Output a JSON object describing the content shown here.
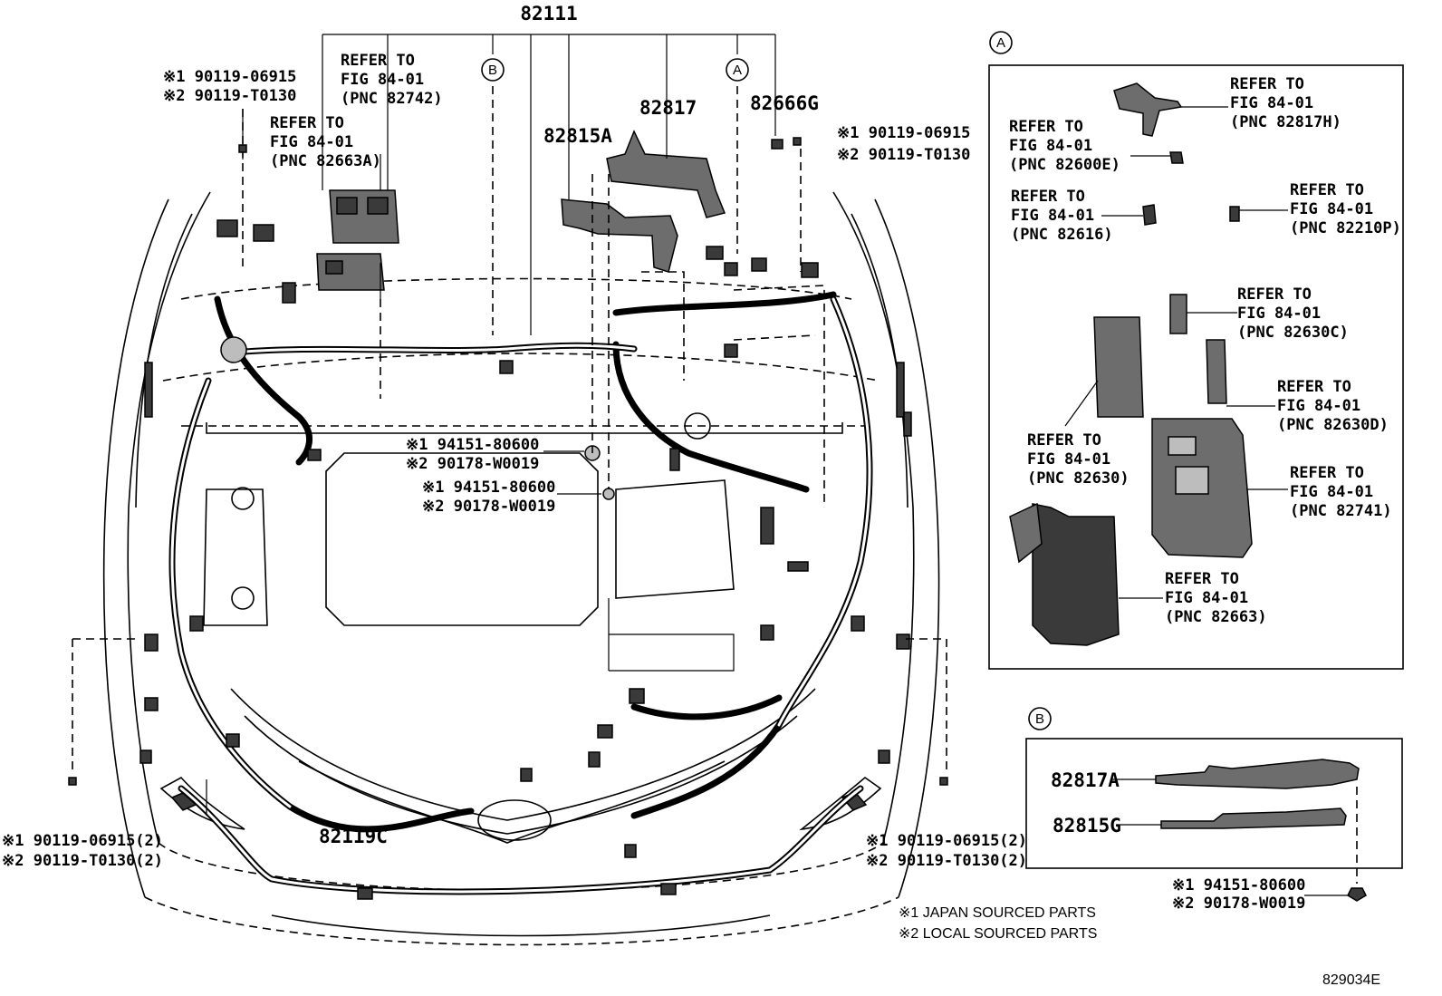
{
  "labels": {
    "main_harness": "82111",
    "center_harness": "82817",
    "harness_a": "82815A",
    "clip_g": "82666G",
    "front_harness": "82119C",
    "view_b_part1": "82817A",
    "view_b_part2": "82815G",
    "circle_a": "A",
    "circle_b": "B"
  },
  "callouts": {
    "tl_bolt_1": "※1 90119-06915",
    "tl_bolt_2": "※2 90119-T0130",
    "tr_bolt_1": "※1 90119-06915",
    "tr_bolt_2": "※2 90119-T0130",
    "nut1_1": "※1 94151-80600",
    "nut1_2": "※2 90178-W0019",
    "nut2_1": "※1 94151-80600",
    "nut2_2": "※2 90178-W0019",
    "bl_bolt_1": "※1 90119-06915(2)",
    "bl_bolt_2": "※2 90119-T0130(2)",
    "br_bolt_1": "※1 90119-06915(2)",
    "br_bolt_2": "※2 90119-T0130(2)",
    "b_nut_1": "※1 94151-80600",
    "b_nut_2": "※2 90178-W0019"
  },
  "refers": {
    "r82742": [
      "REFER TO",
      "FIG 84-01",
      "(PNC 82742)"
    ],
    "r82663a": [
      "REFER TO",
      "FIG 84-01",
      "(PNC 82663A)"
    ],
    "r82817h": [
      "REFER TO",
      "FIG 84-01",
      "(PNC 82817H)"
    ],
    "r82600e": [
      "REFER TO",
      "FIG 84-01",
      "(PNC 82600E)"
    ],
    "r82616": [
      "REFER TO",
      "FIG 84-01",
      "(PNC 82616)"
    ],
    "r82210p": [
      "REFER TO",
      "FIG 84-01",
      "(PNC 82210P)"
    ],
    "r82630c": [
      "REFER TO",
      "FIG 84-01",
      "(PNC 82630C)"
    ],
    "r82630d": [
      "REFER TO",
      "FIG 84-01",
      "(PNC 82630D)"
    ],
    "r82630": [
      "REFER TO",
      "FIG 84-01",
      "(PNC 82630)"
    ],
    "r82741": [
      "REFER TO",
      "FIG 84-01",
      "(PNC 82741)"
    ],
    "r82663": [
      "REFER TO",
      "FIG 84-01",
      "(PNC 82663)"
    ]
  },
  "footnotes": {
    "note1": "※1 JAPAN SOURCED PARTS",
    "note2": "※2 LOCAL SOURCED PARTS",
    "figure_code": "829034E"
  }
}
